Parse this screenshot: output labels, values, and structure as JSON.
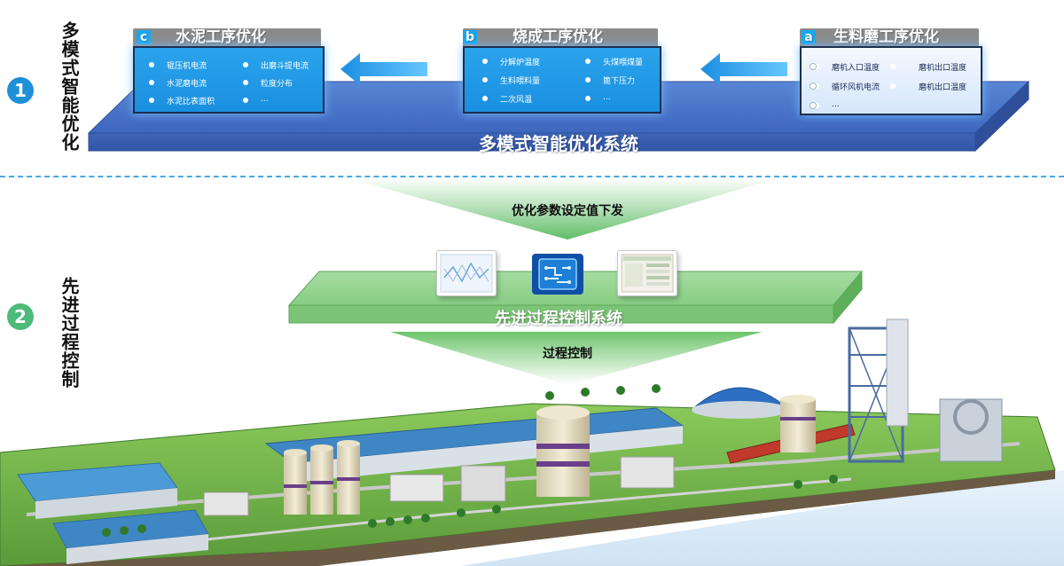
{
  "left": {
    "step1": {
      "number": "1",
      "label": "多模式智能优化"
    },
    "step2": {
      "number": "2",
      "label": "先进过程控制"
    }
  },
  "top_platform": {
    "label": "多模式智能优化系统"
  },
  "cards": {
    "c": {
      "letter": "c",
      "title": "水泥工序优化",
      "items": [
        "辊压机电流",
        "水泥磨电流",
        "水泥比表面积",
        "出磨斗提电流",
        "粒度分布",
        "..."
      ]
    },
    "b": {
      "letter": "b",
      "title": "烧成工序优化",
      "items": [
        "分解炉温度",
        "生料喂料量",
        "二次风温",
        "头煤喂煤量",
        "篦下压力",
        "..."
      ]
    },
    "a": {
      "letter": "a",
      "title": "生料磨工序优化",
      "items": [
        "磨机入口温度",
        "循环风机电流",
        "...",
        "磨机出口温度",
        "磨机出口温度"
      ]
    }
  },
  "arrows": {
    "top_label": "优化参数设定值下发",
    "bottom_label": "过程控制"
  },
  "bottom_platform": {
    "label": "先进过程控制系统"
  },
  "colors": {
    "top_platform": "#4a72c4",
    "bottom_platform": "#8ed08a",
    "step1_badge": "#1e90d8",
    "step2_badge": "#4cbb7a",
    "arrow_blue": "#2aa4ec",
    "arrow_green": "#6cc46a"
  }
}
